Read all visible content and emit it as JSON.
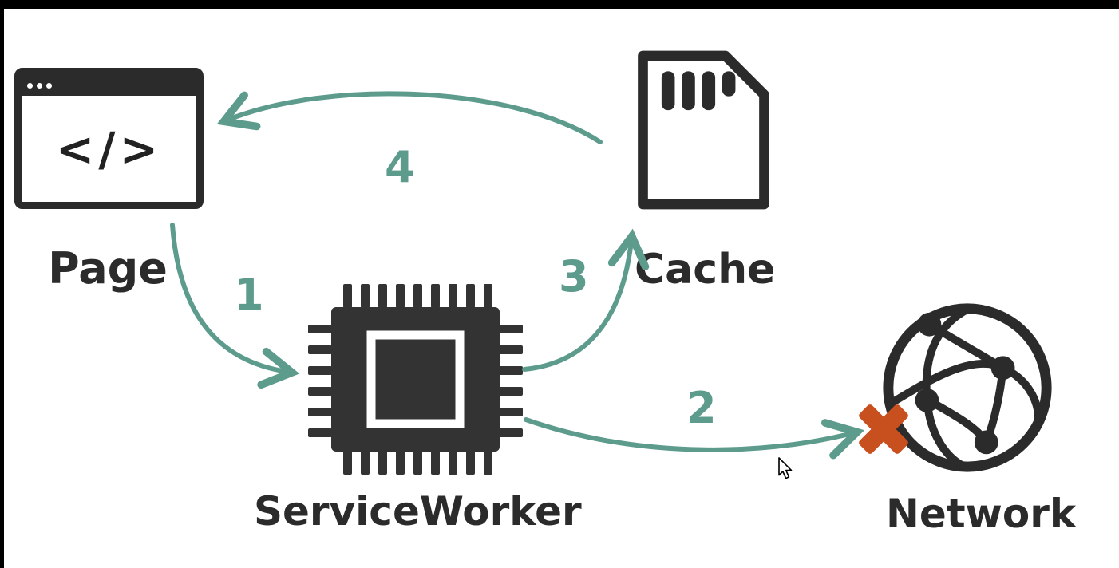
{
  "palette": {
    "ink": "#2b2b2b",
    "arrow": "#5d9b8d",
    "error_x": "#c8501e",
    "background": "#ffffff",
    "frame": "#000000"
  },
  "nodes": {
    "page": {
      "label": "Page",
      "icon_code": "</>"
    },
    "cache": {
      "label": "Cache"
    },
    "service_worker": {
      "label": "ServiceWorker"
    },
    "network": {
      "label": "Network"
    }
  },
  "steps": {
    "step1": {
      "label": "1",
      "from": "Page",
      "to": "ServiceWorker"
    },
    "step2": {
      "label": "2",
      "from": "ServiceWorker",
      "to": "Network",
      "status": "failed"
    },
    "step3": {
      "label": "3",
      "from": "ServiceWorker",
      "to": "Cache"
    },
    "step4": {
      "label": "4",
      "from": "Cache",
      "to": "Page"
    }
  },
  "cursor": {
    "visible": "true"
  }
}
